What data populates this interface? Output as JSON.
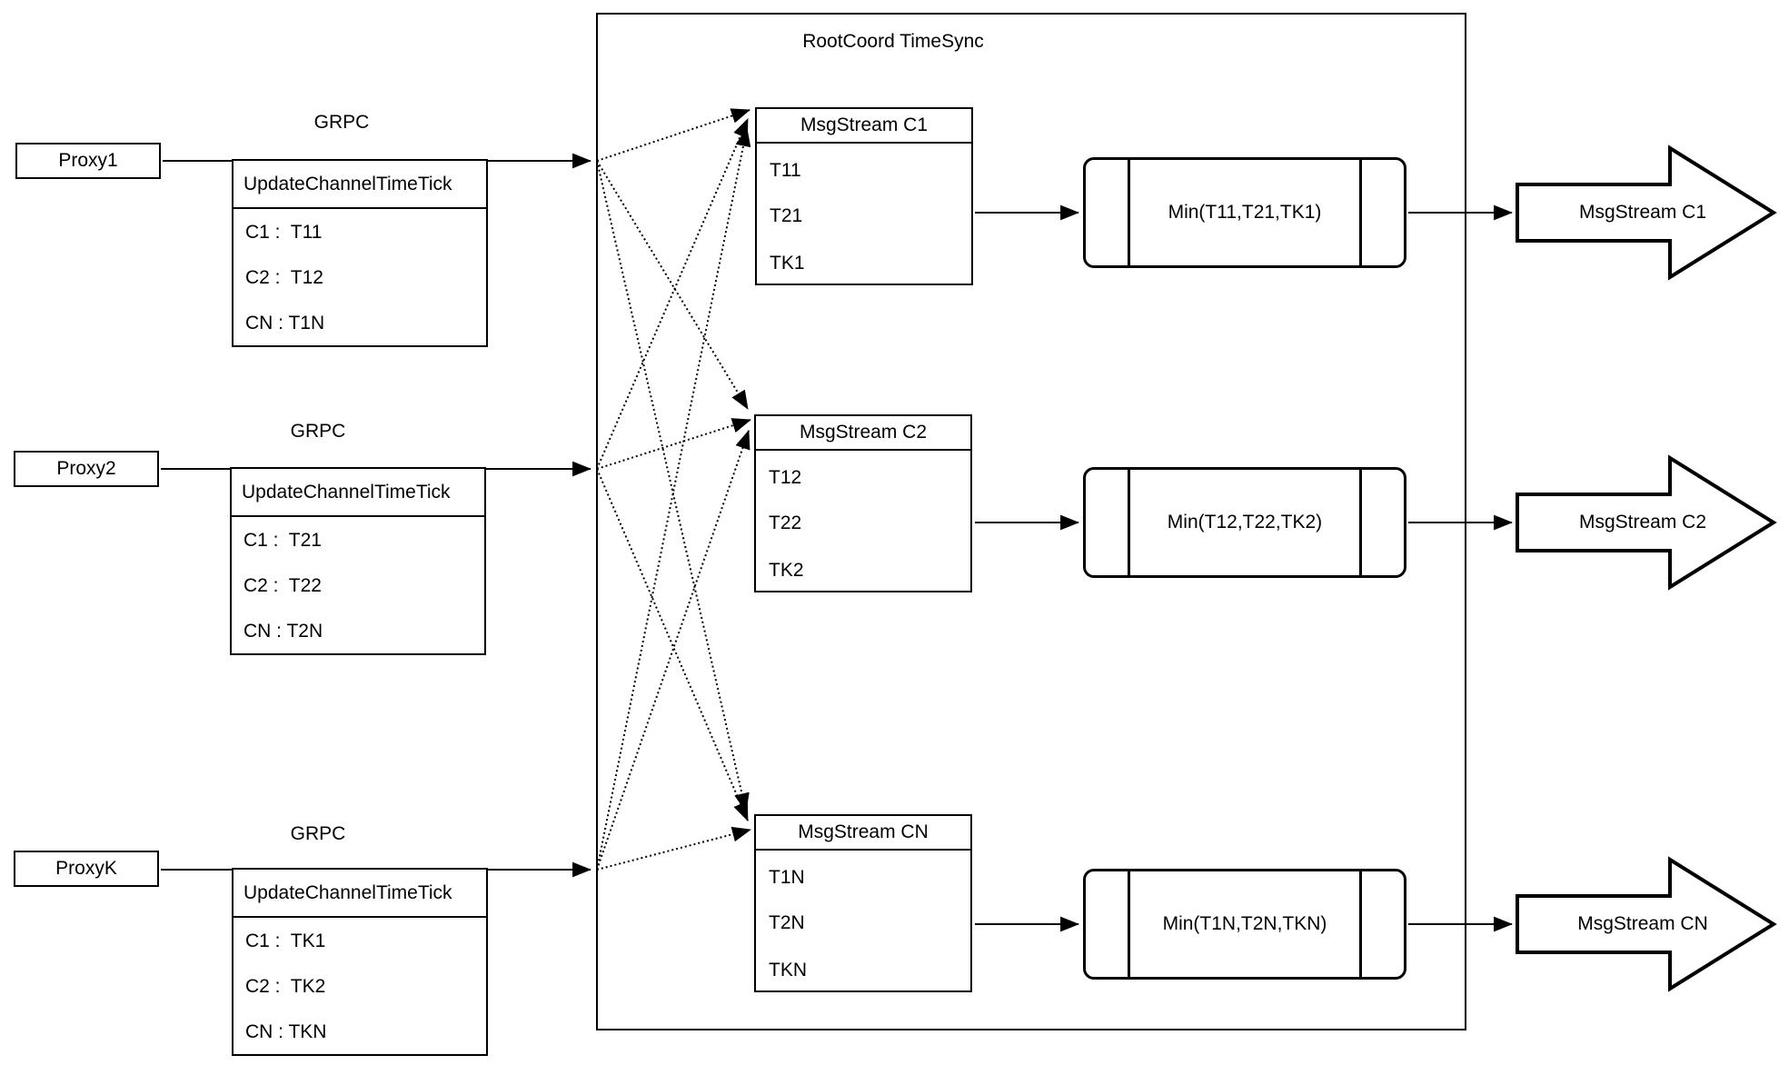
{
  "rootcoord": {
    "title": "RootCoord TimeSync"
  },
  "proxies": [
    {
      "name": "Proxy1",
      "protocol": "GRPC",
      "message": {
        "header": "UpdateChannelTimeTick",
        "rows": [
          "C1 :  T11",
          "C2 :  T12",
          "CN : T1N"
        ]
      }
    },
    {
      "name": "Proxy2",
      "protocol": "GRPC",
      "message": {
        "header": "UpdateChannelTimeTick",
        "rows": [
          "C1 :  T21",
          "C2 :  T22",
          "CN : T2N"
        ]
      }
    },
    {
      "name": "ProxyK",
      "protocol": "GRPC",
      "message": {
        "header": "UpdateChannelTimeTick",
        "rows": [
          "C1 :  TK1",
          "C2 :  TK2",
          "CN : TKN"
        ]
      }
    }
  ],
  "streams": [
    {
      "header": "MsgStream C1",
      "ticks": [
        "T11",
        "T21",
        "TK1"
      ],
      "min": "Min(T11,T21,TK1)",
      "output": "MsgStream C1"
    },
    {
      "header": "MsgStream C2",
      "ticks": [
        "T12",
        "T22",
        "TK2"
      ],
      "min": "Min(T12,T22,TK2)",
      "output": "MsgStream C2"
    },
    {
      "header": "MsgStream CN",
      "ticks": [
        "T1N",
        "T2N",
        "TKN"
      ],
      "min": "Min(T1N,T2N,TKN)",
      "output": "MsgStream CN"
    }
  ],
  "colors": {
    "stroke": "#000000",
    "background": "#ffffff"
  }
}
